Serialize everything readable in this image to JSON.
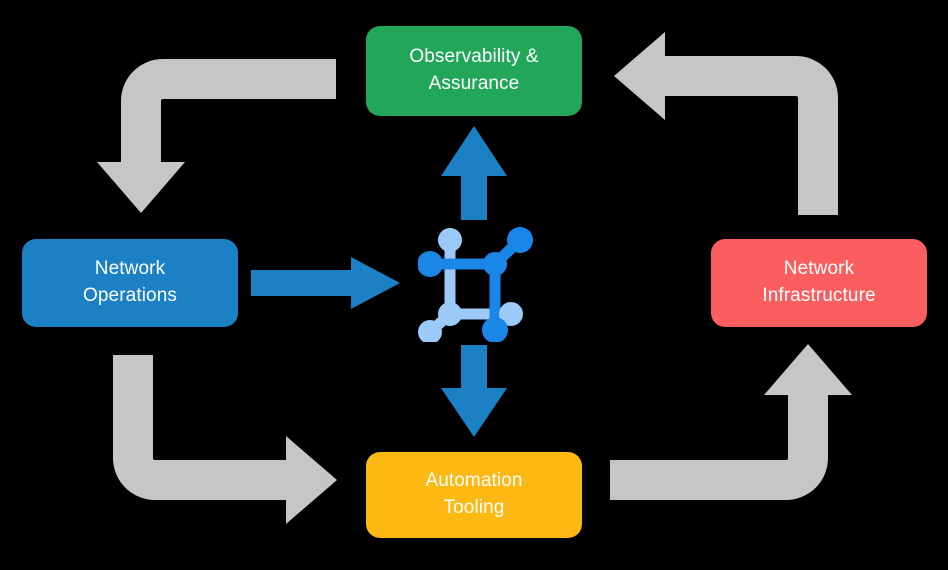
{
  "diagram": {
    "title": "Network operations lifecycle cycle diagram",
    "background_color": "#000000",
    "nodes": [
      {
        "id": "observability",
        "label": "Observability &\nAssurance",
        "color": "#22A75A",
        "position": "top-center"
      },
      {
        "id": "network-operations",
        "label": "Network\nOperations",
        "color": "#1B81C4",
        "position": "left"
      },
      {
        "id": "network-infrastructure",
        "label": "Network\nInfrastructure",
        "color": "#FB5E5E",
        "position": "right"
      },
      {
        "id": "automation-tooling",
        "label": "Automation\nTooling",
        "color": "#FCB813",
        "position": "bottom-center"
      }
    ],
    "center_icon": {
      "name": "network-mesh-icon",
      "node_color_light": "#9BC9F8",
      "node_color_bright": "#1A87E8"
    },
    "connector_colors": {
      "blue_arrow": "#1B81C4",
      "gray_arrow": "#C6C6C6"
    },
    "blue_arrows": [
      {
        "id": "center-to-observability",
        "direction": "up"
      },
      {
        "id": "netops-to-center",
        "direction": "right"
      },
      {
        "id": "center-to-automation",
        "direction": "down"
      }
    ],
    "gray_arrows": [
      {
        "id": "observability-to-netops",
        "direction": "down-left-elbow"
      },
      {
        "id": "netops-to-automation",
        "direction": "down-right-elbow"
      },
      {
        "id": "netinfra-to-observability",
        "direction": "up-left-elbow"
      },
      {
        "id": "automation-to-netinfra",
        "direction": "right-up-elbow"
      }
    ]
  }
}
